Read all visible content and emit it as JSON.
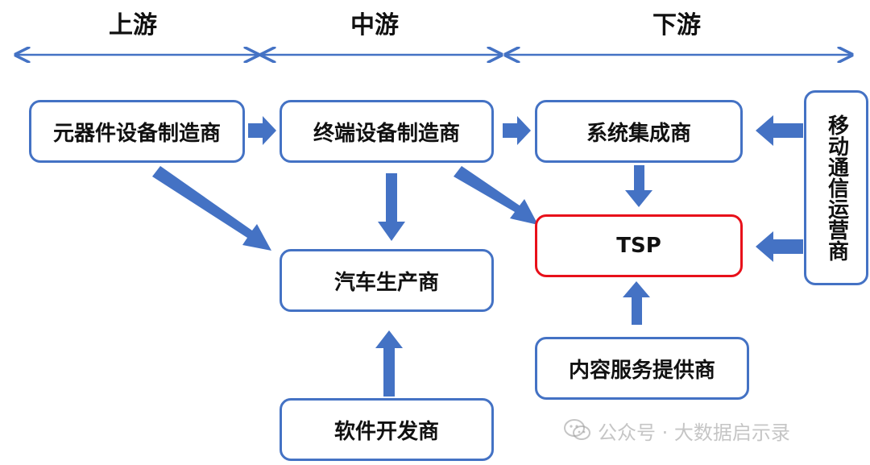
{
  "stages": {
    "upstream": "上游",
    "midstream": "中游",
    "downstream": "下游"
  },
  "nodes": {
    "component_maker": "元器件设备制造商",
    "terminal_maker": "终端设备制造商",
    "system_integrator": "系统集成商",
    "mobile_operator": "移动通信运营商",
    "automaker": "汽车生产商",
    "tsp": "TSP",
    "content_provider": "内容服务提供商",
    "software_dev": "软件开发商"
  },
  "watermark": {
    "text": "公众号 · 大数据启示录",
    "icon": "wechat-icon"
  },
  "colors": {
    "accent": "#4472c4",
    "highlight": "#e8101a",
    "text": "#111111"
  }
}
